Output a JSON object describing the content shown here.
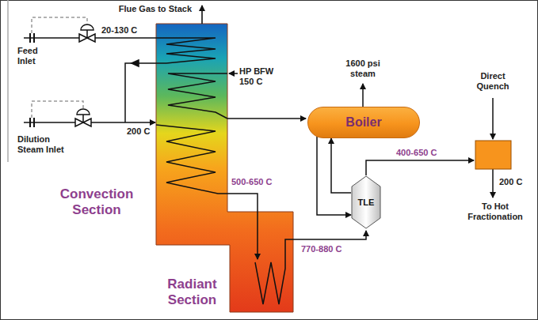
{
  "diagram": {
    "nodes": [
      {
        "text": [
          "Boiler"
        ]
      },
      {
        "text": [
          "TLE"
        ]
      }
    ],
    "edges": [
      {
        "from": 1,
        "to": 0,
        "arrow": "to"
      },
      {
        "from": 0,
        "to": 1,
        "arrow": "to"
      }
    ],
    "labels": [
      "Flue Gas to Stack",
      "20-130 C",
      "Feed Inlet",
      "HP BFW 150 C",
      "1600 psi steam",
      "Direct Quench",
      "200 C",
      "Dilution Steam Inlet",
      "500-650 C",
      "400-650 C",
      "200 C",
      "Convection Section",
      "To Hot Fractionation",
      "770-880 C",
      "Radiant Section"
    ]
  }
}
